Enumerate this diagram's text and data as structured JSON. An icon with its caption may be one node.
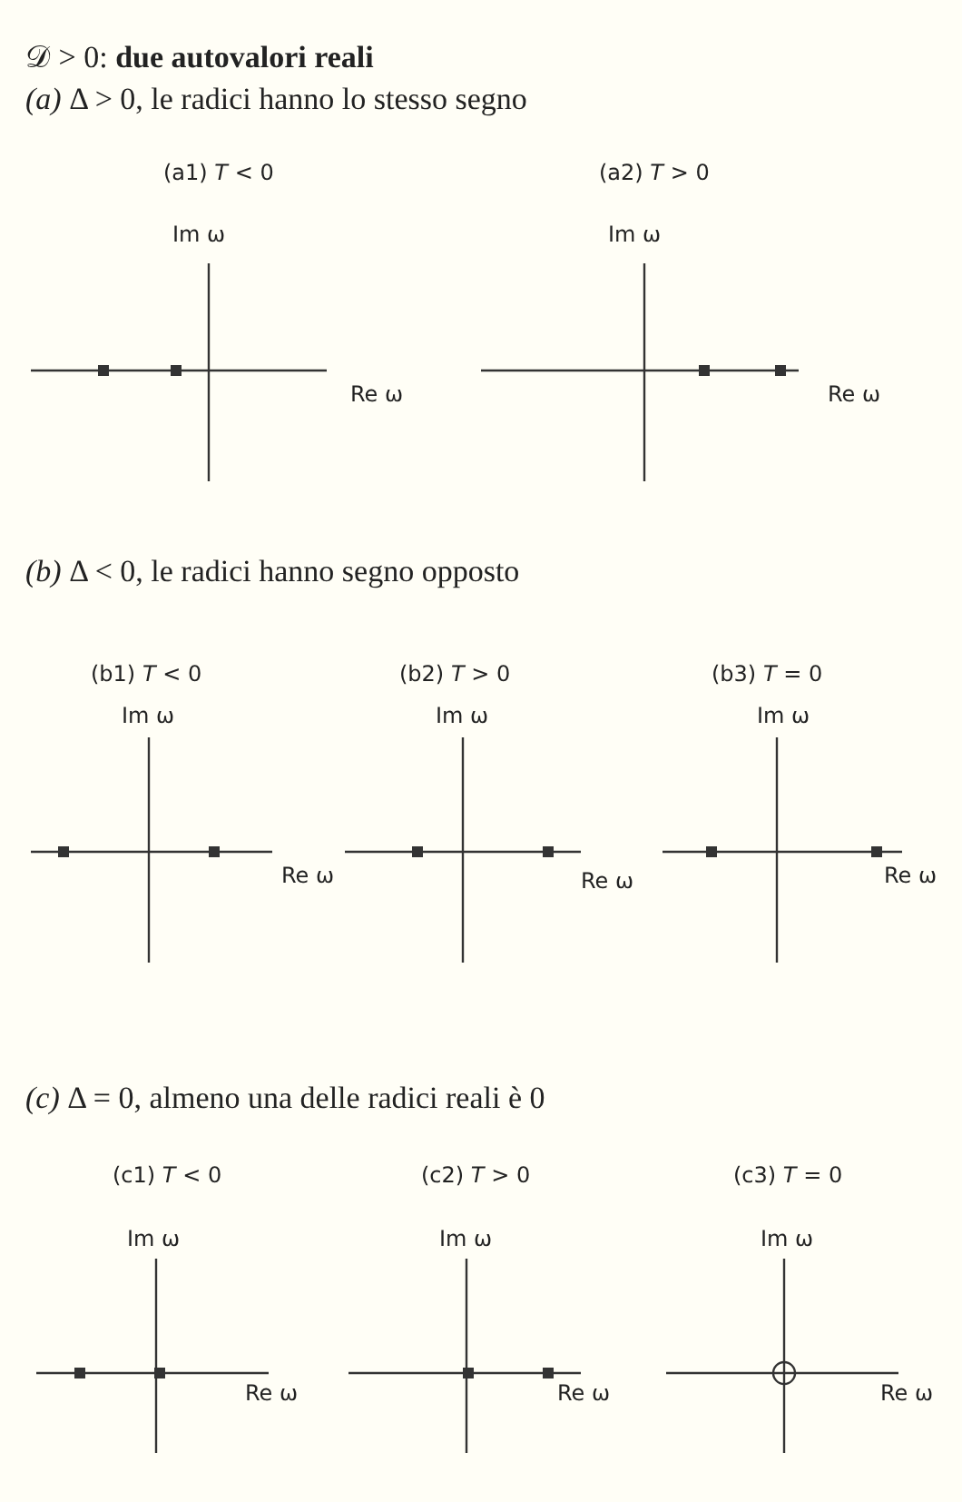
{
  "diagram": {
    "title": "𝒟 > 0: **due autovalori reali**",
    "labels": [
      "*(a)*  Δ > 0, le radici hanno lo stesso segno",
      "(a1)  *T* < 0",
      "(a2)  *T* > 0",
      "Im ω",
      "Re ω",
      "Im ω",
      "Re ω",
      "*(b)*  Δ < 0, le radici hanno segno opposto",
      "(b1)  *T* < 0",
      "(b2)  *T* > 0",
      "(b3)  *T* = 0",
      "Im ω",
      "Re ω",
      "Im ω",
      "Re ω",
      "Im ω",
      "Re ω",
      "*(c)*  Δ = 0, almeno una delle radici reali è 0",
      "(c1)  *T* < 0",
      "(c2)  *T* > 0",
      "(c3)  *T* = 0",
      "Im ω",
      "Re ω",
      "Im ω",
      "Re ω",
      "Im ω",
      "Re ω"
    ]
  }
}
